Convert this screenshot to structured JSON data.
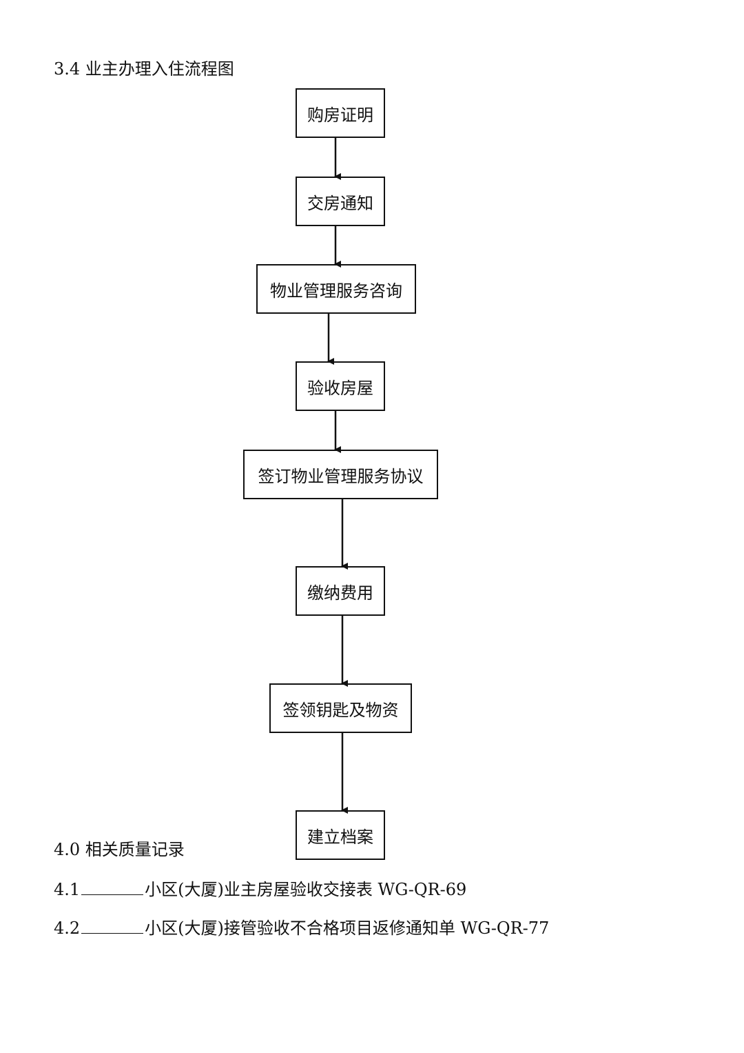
{
  "section_title": "3.4 业主办理入住流程图",
  "flowchart": {
    "steps": [
      "购房证明",
      "交房通知",
      "物业管理服务咨询",
      "验收房屋",
      "签订物业管理服务协议",
      "缴纳费用",
      "签领钥匙及物资",
      "建立档案"
    ]
  },
  "records": {
    "title": "4.0 相关质量记录",
    "items": [
      {
        "num": "4.1",
        "text": "小区(大厦)业主房屋验收交接表 WG-QR-69"
      },
      {
        "num": "4.2",
        "text": "小区(大厦)接管验收不合格项目返修通知单 WG-QR-77"
      }
    ]
  }
}
